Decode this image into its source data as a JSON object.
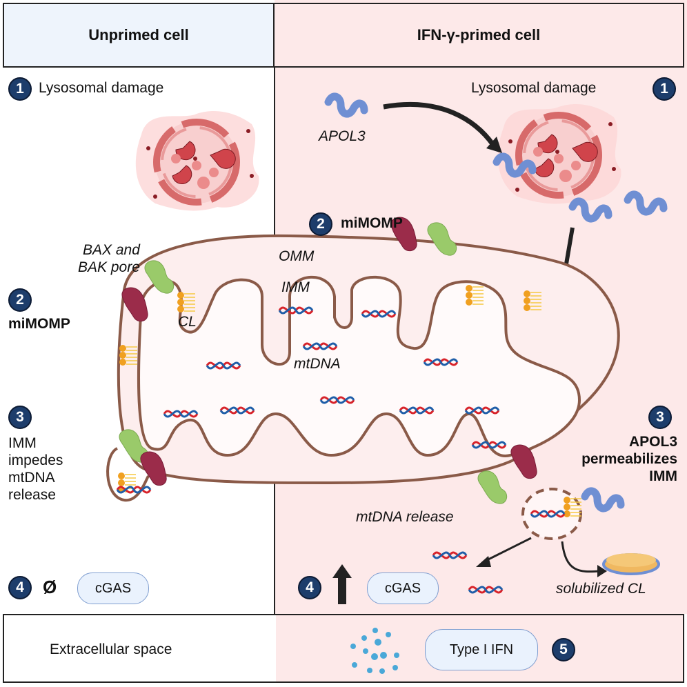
{
  "header": {
    "left_title": "Unprimed cell",
    "right_title": "IFN-γ-primed cell"
  },
  "unprimed": {
    "step1": {
      "number": "1",
      "label": "Lysosomal damage"
    },
    "pore_label_line1": "BAX and",
    "pore_label_line2": "BAK pore",
    "step2": {
      "number": "2",
      "label": "miMOMP"
    },
    "step3": {
      "number": "3",
      "label_lines": [
        "IMM",
        "impedes",
        "mtDNA",
        "release"
      ]
    },
    "step4": {
      "number": "4",
      "symbol": "Ø",
      "pill": "cGAS"
    },
    "cl_label": "CL"
  },
  "primed": {
    "step1": {
      "number": "1",
      "label": "Lysosomal damage"
    },
    "apol3_label": "APOL3",
    "step2": {
      "number": "2",
      "label": "miMOMP"
    },
    "omm_label": "OMM",
    "imm_label": "IMM",
    "mtdna_label": "mtDNA",
    "step3": {
      "number": "3",
      "label_lines": [
        "APOL3",
        "permeabilizes",
        "IMM"
      ]
    },
    "release_label": "mtDNA release",
    "solubilized_label": "solubilized CL",
    "step4": {
      "number": "4",
      "symbol": "up-arrow",
      "pill": "cGAS"
    }
  },
  "extracellular": {
    "label": "Extracellular space",
    "pill": "Type I IFN",
    "step5": {
      "number": "5"
    }
  },
  "colors": {
    "left_header_bg": "#eef4fc",
    "right_bg": "#fde9e9",
    "badge": "#1d3d6b",
    "membrane": "#8a5a48",
    "bax": "#9aca6a",
    "bak": "#9b2c4a",
    "apol3": "#6f8fd3",
    "dna_red": "#d8232a",
    "dna_blue": "#1f5ea8",
    "cardiolipin": "#f0a020"
  }
}
